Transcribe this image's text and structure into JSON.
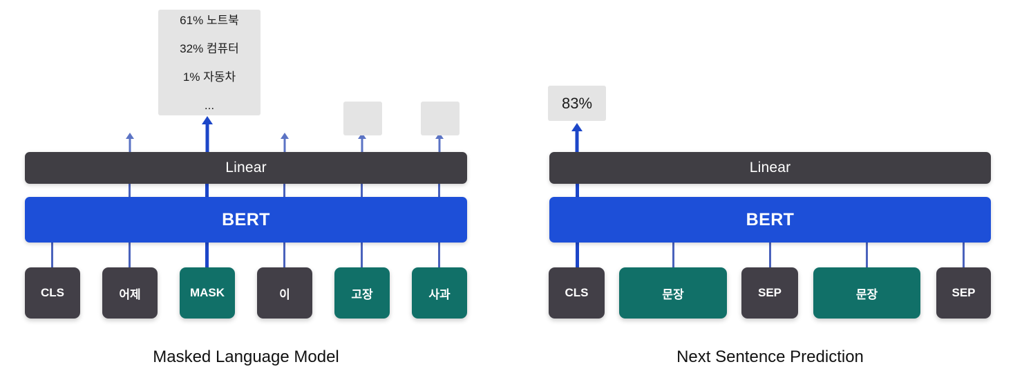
{
  "figure": {
    "background": "#ffffff",
    "colors": {
      "bert_blue": "#1D4FD8",
      "linear_dark": "#403E44",
      "token_dark": "#423F47",
      "token_teal": "#117068",
      "prob_box_grey": "#E4E4E4",
      "arrow_light_blue": "#5B73C4",
      "arrow_strong_blue": "#1C46C8"
    }
  },
  "mlm": {
    "caption": "Masked Language Model",
    "linear_label": "Linear",
    "bert_label": "BERT",
    "prediction_box": {
      "lines": [
        "61% 노트북",
        "32% 컴퓨터",
        "1% 자동차",
        "..."
      ]
    },
    "empty_outputs": [
      "",
      ""
    ],
    "tokens": [
      {
        "label": "CLS",
        "type": "dark"
      },
      {
        "label": "어제",
        "type": "dark"
      },
      {
        "label": "MASK",
        "type": "teal"
      },
      {
        "label": "이",
        "type": "dark"
      },
      {
        "label": "고장",
        "type": "teal"
      },
      {
        "label": "사과",
        "type": "teal"
      }
    ]
  },
  "nsp": {
    "caption": "Next Sentence Prediction",
    "linear_label": "Linear",
    "bert_label": "BERT",
    "prediction_box": {
      "value": "83%"
    },
    "tokens": [
      {
        "label": "CLS",
        "type": "dark"
      },
      {
        "label": "문장",
        "type": "teal"
      },
      {
        "label": "SEP",
        "type": "dark"
      },
      {
        "label": "문장",
        "type": "teal"
      },
      {
        "label": "SEP",
        "type": "dark"
      }
    ]
  }
}
